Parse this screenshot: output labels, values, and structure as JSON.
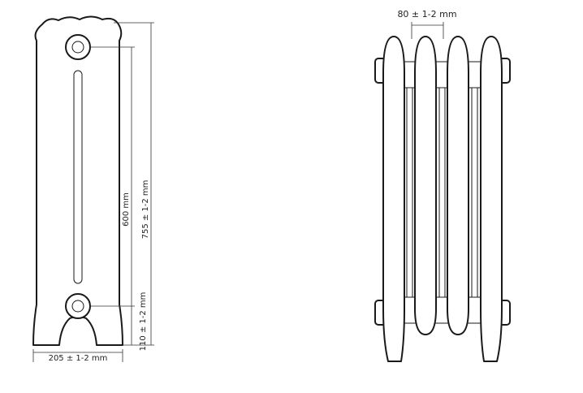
{
  "dimensions": {
    "width_label": "205 ± 1-2 mm",
    "height_label": "755 ± 1-2 mm",
    "axis_label": "600 mm",
    "foot_label": "110 ± 1-2 mm",
    "section_label": "80 ± 1-2 mm"
  }
}
